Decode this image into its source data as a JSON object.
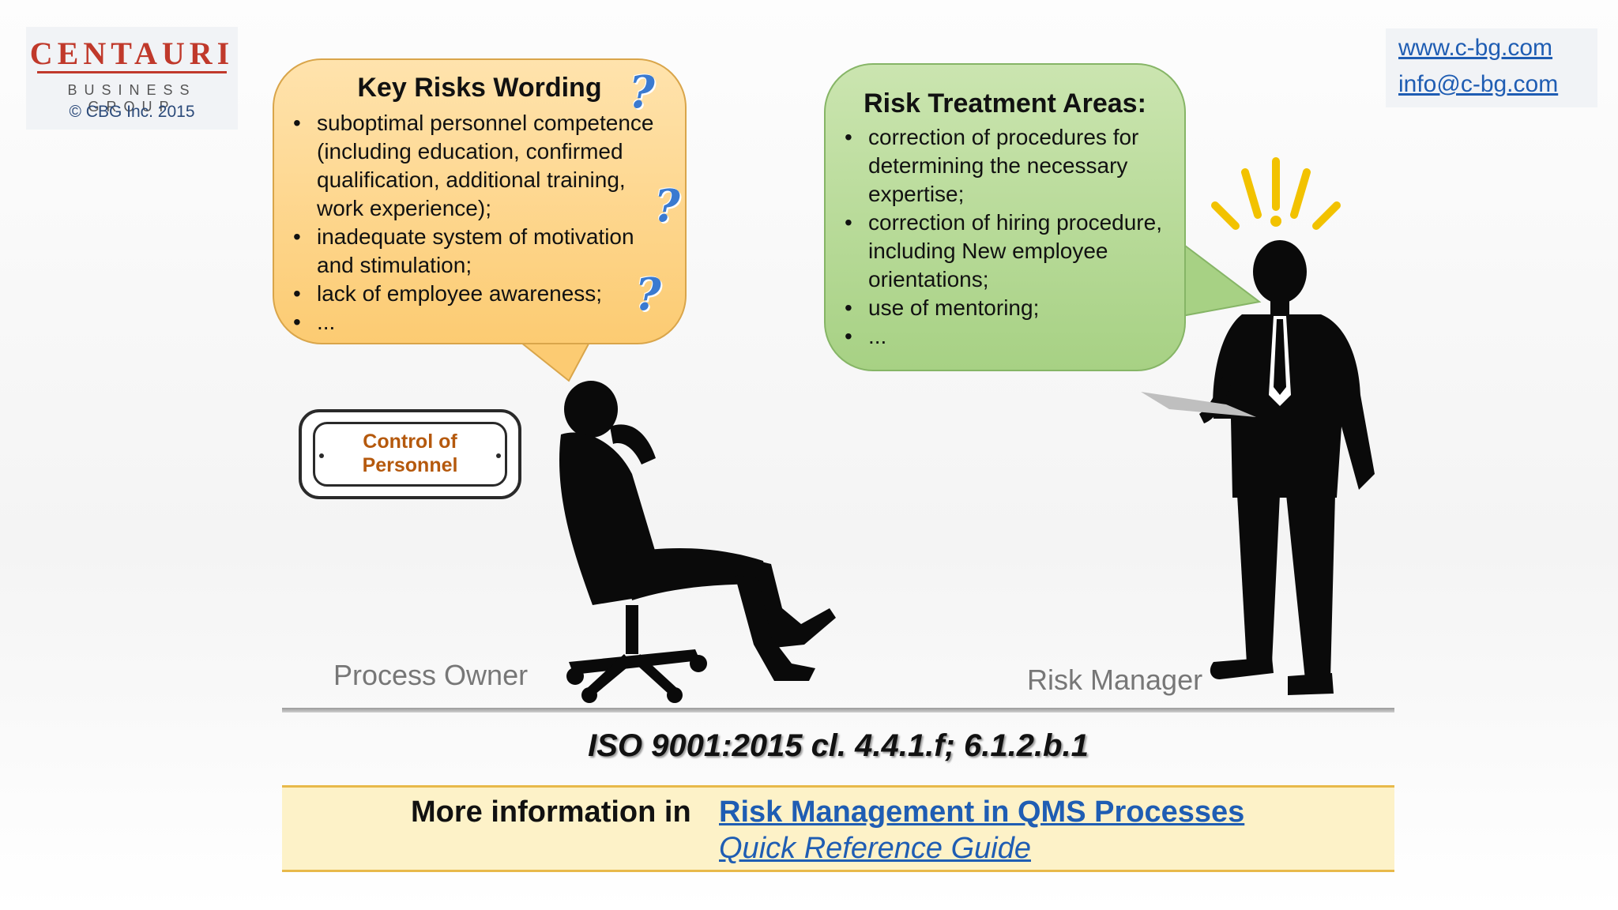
{
  "logo": {
    "title": "CENTAURI",
    "subtitle": "BUSINESS GROUP",
    "copyright": "© CBG Inc. 2015"
  },
  "contact": {
    "website": "www.c-bg.com",
    "email": "info@c-bg.com"
  },
  "key_risks": {
    "title": "Key Risks Wording",
    "items": [
      "suboptimal personnel competence (including education, confirmed qualification, additional training, work experience);",
      "inadequate system of motivation and stimulation;",
      "lack of employee awareness;",
      "..."
    ]
  },
  "treatment": {
    "title": "Risk Treatment Areas:",
    "items": [
      " correction of procedures for determining the necessary expertise;",
      "correction of hiring procedure, including New employee orientations;",
      "use of mentoring;",
      "..."
    ]
  },
  "sign": {
    "line1": "Control of",
    "line2": "Personnel"
  },
  "roles": {
    "left": "Process Owner",
    "right": "Risk Manager"
  },
  "standard_reference": "ISO 9001:2015 cl. 4.4.1.f; 6.1.2.b.1",
  "more_info": {
    "label": "More information in",
    "link_title": "Risk Management in QMS Processes",
    "link_subtitle": "Quick Reference Guide"
  },
  "colors": {
    "brand_red": "#c0392b",
    "link_blue": "#1f5db3",
    "bubble_orange": "#fccb72",
    "bubble_green": "#a7d184",
    "sign_text": "#b5590d",
    "band_yellow": "#fdf2c8"
  },
  "icons": [
    "question-mark-icon",
    "exclamation-alert-icon"
  ]
}
